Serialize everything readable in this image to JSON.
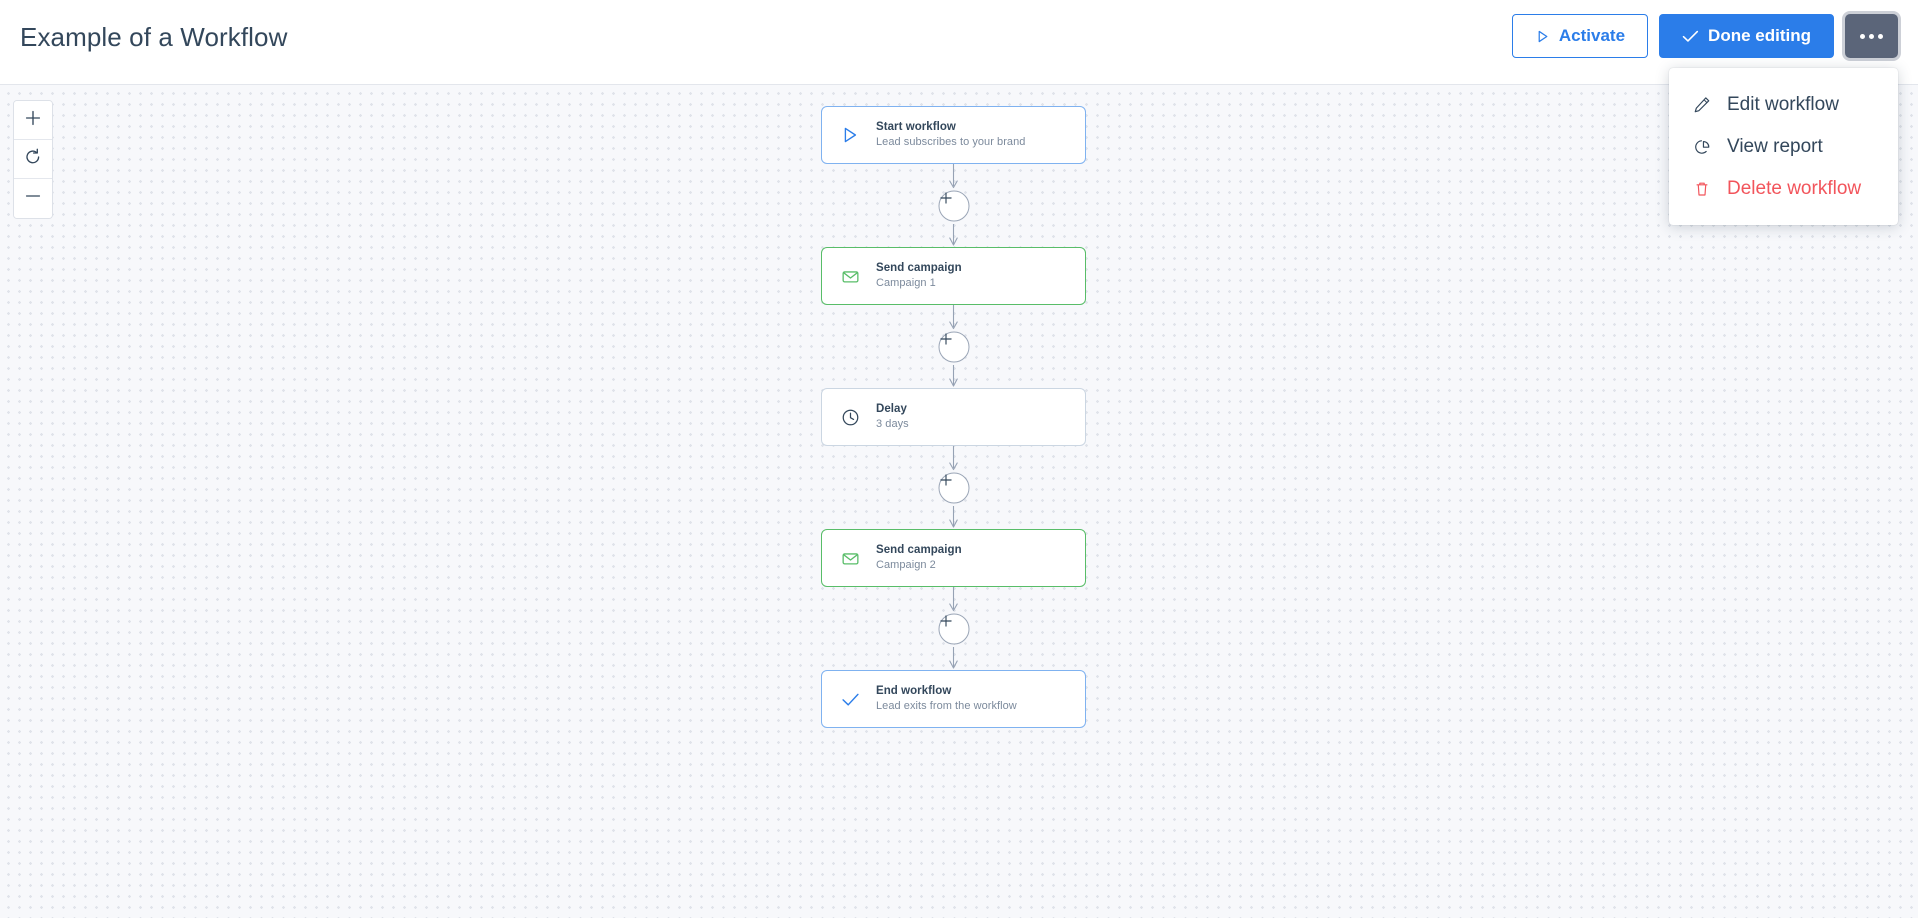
{
  "header": {
    "title": "Example of a Workflow",
    "buttons": {
      "activate": {
        "label": "Activate",
        "icon": "play-icon"
      },
      "done_editing": {
        "label": "Done editing",
        "icon": "check-icon"
      },
      "more": {
        "label": "",
        "icon": "ellipsis-icon"
      }
    }
  },
  "dropdown": {
    "open": true,
    "items": [
      {
        "label": "Edit workflow",
        "icon": "pencil-icon",
        "danger": false
      },
      {
        "label": "View report",
        "icon": "pie-chart-icon",
        "danger": false
      },
      {
        "label": "Delete workflow",
        "icon": "trash-icon",
        "danger": true
      }
    ]
  },
  "canvas": {
    "zoom_controls": [
      {
        "name": "zoom-in",
        "icon": "plus-icon"
      },
      {
        "name": "zoom-reset",
        "icon": "refresh-icon"
      },
      {
        "name": "zoom-out",
        "icon": "minus-icon"
      }
    ],
    "nodes": [
      {
        "title": "Start workflow",
        "subtitle": "Lead subscribes to your brand",
        "icon": "play-icon",
        "variant": "blue"
      },
      {
        "title": "Send campaign",
        "subtitle": "Campaign 1",
        "icon": "envelope-icon",
        "variant": "green"
      },
      {
        "title": "Delay",
        "subtitle": "3 days",
        "icon": "clock-icon",
        "variant": "gray"
      },
      {
        "title": "Send campaign",
        "subtitle": "Campaign 2",
        "icon": "envelope-icon",
        "variant": "green"
      },
      {
        "title": "End workflow",
        "subtitle": "Lead exits from the workflow",
        "icon": "check-icon",
        "variant": "blue"
      }
    ],
    "connectors": [
      {
        "label": "+"
      },
      {
        "label": "+"
      },
      {
        "label": "+"
      },
      {
        "label": "+"
      }
    ]
  },
  "colors": {
    "primary": "#2b7de9",
    "success": "#58bd68",
    "danger": "#f2545b",
    "dark": "#33475b",
    "more_button": "#5b6579",
    "canvas_bg": "#f7f8fb"
  }
}
